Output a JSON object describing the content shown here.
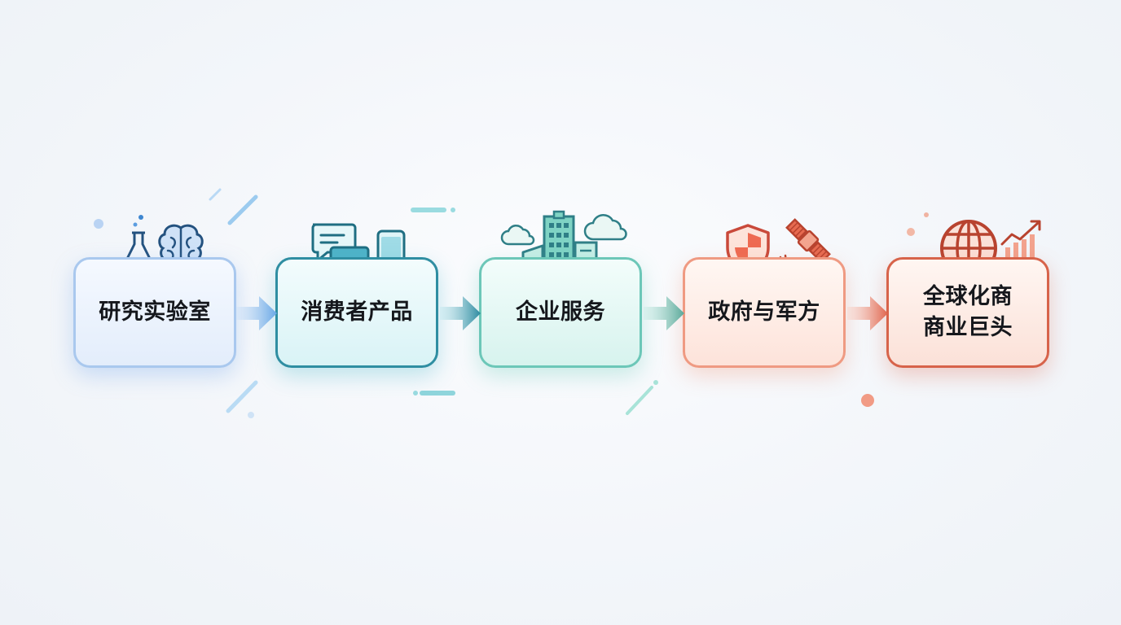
{
  "stages": [
    {
      "label": "研究实验室",
      "icons": [
        "flask-icon",
        "brain-icon"
      ],
      "color": "#a9c8ee"
    },
    {
      "label": "消费者产品",
      "icons": [
        "chat-bubbles-icon",
        "smartphone-icon"
      ],
      "color": "#2f8ea2"
    },
    {
      "label": "企业服务",
      "icons": [
        "cloud-icon",
        "office-buildings-icon",
        "cloud-icon"
      ],
      "color": "#6cc7b8"
    },
    {
      "label": "政府与军方",
      "icons": [
        "shield-icon",
        "satellite-icon"
      ],
      "color": "#ef9a82"
    },
    {
      "label_line1": "全球化商",
      "label_line2": "商业巨头",
      "icons": [
        "globe-icon",
        "growth-chart-icon"
      ],
      "color": "#d7634a"
    }
  ],
  "arrows": [
    "flow-arrow",
    "flow-arrow",
    "flow-arrow",
    "flow-arrow"
  ]
}
